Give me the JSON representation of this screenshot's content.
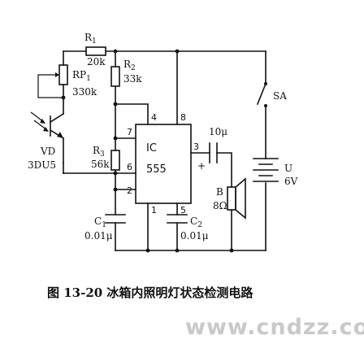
{
  "labels": {
    "r1": "R",
    "r1_sub": "1",
    "r1_value": "20k",
    "rp1": "RP",
    "rp1_sub": "1",
    "rp1_value": "330k",
    "r2": "R",
    "r2_sub": "2",
    "r2_value": "33k",
    "r3": "R",
    "r3_sub": "3",
    "r3_value": "56k",
    "vd": "VD",
    "vd_type": "3DU5",
    "ic_label": "IC",
    "ic_part": "555",
    "pin4": "4",
    "pin8": "8",
    "pin7": "7",
    "pin6": "6",
    "pin2": "2",
    "pin1": "1",
    "pin5": "5",
    "pin3": "3",
    "c_out": "10μ",
    "plus": "+",
    "speaker": "B",
    "speaker_value": "8Ω",
    "switch": "SA",
    "battery": "U",
    "battery_value": "6V",
    "c1": "C",
    "c1_sub": "1",
    "c1_value": "0.01μ",
    "c2": "C",
    "c2_sub": "2",
    "c2_value": "0.01μ"
  },
  "caption": "图 13-20   冰箱内照明灯状态检测电路",
  "watermark": "www.cndzz.com"
}
